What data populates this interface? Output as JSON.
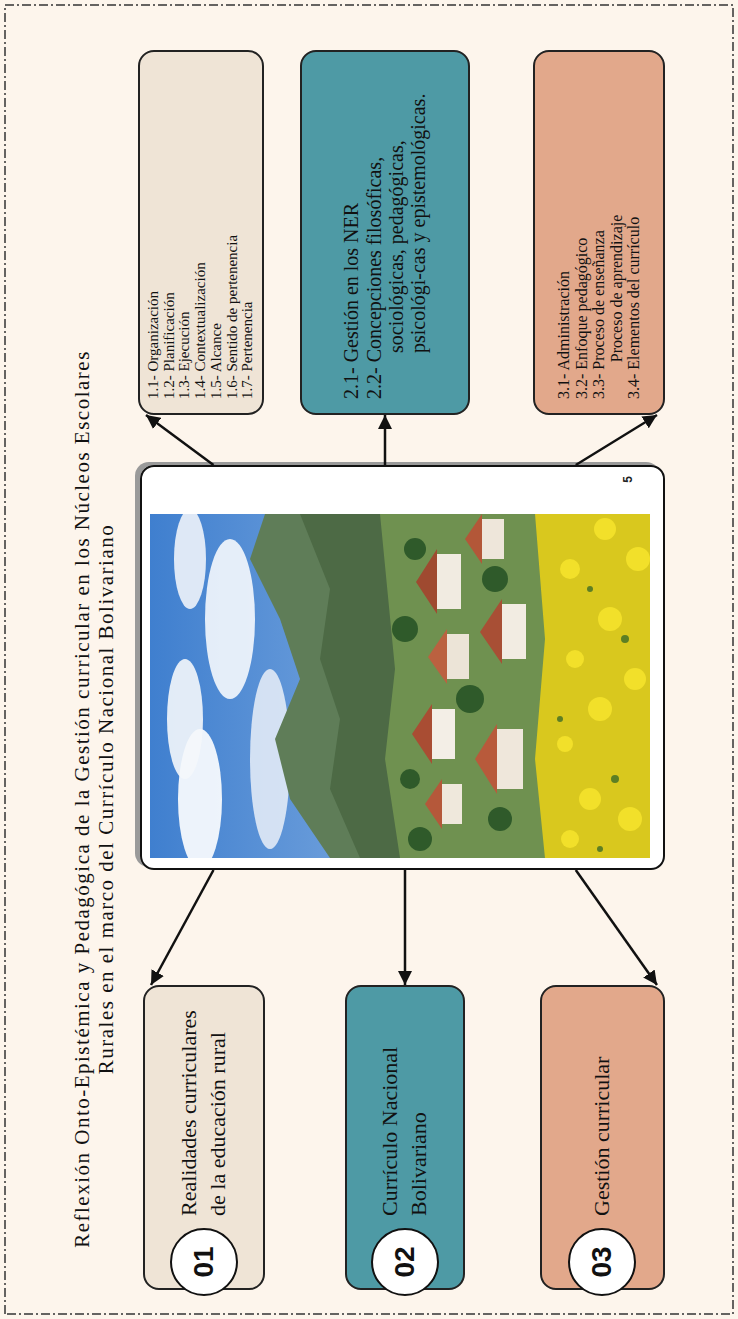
{
  "diagram": {
    "title": "Reflexión Onto-Epistémica y Pedagógica de la Gestión curricular en los Núcleos Escolares Rurales en el marco del Currículo Nacional Bolivariano",
    "nodes": [
      {
        "text": [
          "01"
        ]
      },
      {
        "text": [
          "Realidades curriculares de la educación rural"
        ]
      },
      {
        "text": [
          "02"
        ]
      },
      {
        "text": [
          "Currículo Nacional Bolivariano"
        ]
      },
      {
        "text": [
          "03"
        ]
      },
      {
        "text": [
          "Gestión curricular"
        ]
      },
      {
        "text": [
          "5"
        ]
      },
      {
        "text": [
          "1.1- Organización",
          "1.2- Planificación",
          "1.3- Ejecución",
          "1.4- Contextualización",
          "1.5- Alcance",
          "1.6- Sentido de pertenencia",
          "1.7- Pertenencia"
        ]
      },
      {
        "text": [
          "2.1- Gestión en los NER",
          "2.2- Concepciones filosóficas, sociológicas, pedagógicas, psicológi-cas y epistemológicas."
        ]
      },
      {
        "text": [
          "3.1- Administración",
          "3.2- Enfoque pedagógico",
          "3.3- Proceso de enseñanza",
          "Proceso de aprendizaje",
          "3.4- Elementos del currículo"
        ]
      }
    ],
    "edges": [
      {
        "from": 6,
        "to": 1,
        "arrow": "to"
      },
      {
        "from": 6,
        "to": 3,
        "arrow": "to"
      },
      {
        "from": 6,
        "to": 5,
        "arrow": "to"
      },
      {
        "from": 6,
        "to": 7,
        "arrow": "to"
      },
      {
        "from": 6,
        "to": 8,
        "arrow": "to"
      },
      {
        "from": 6,
        "to": 9,
        "arrow": "to"
      }
    ]
  }
}
